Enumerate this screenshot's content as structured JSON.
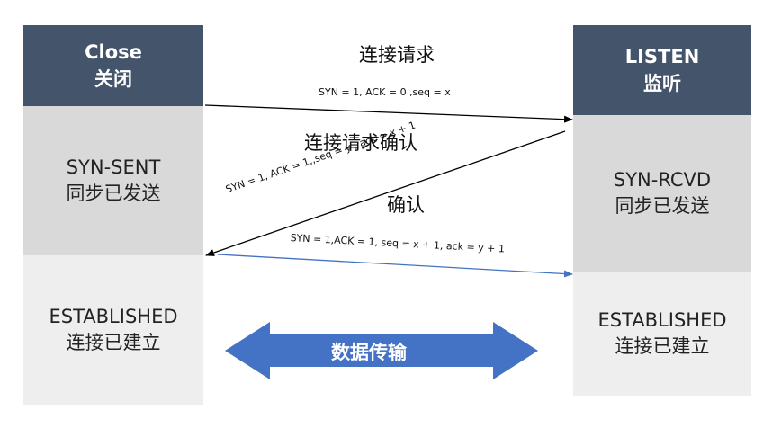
{
  "client": {
    "header_line1": "Close",
    "header_line2": "关闭",
    "state1_line1": "SYN-SENT",
    "state1_line2": "同步已发送",
    "state2_line1": "ESTABLISHED",
    "state2_line2": "连接已建立"
  },
  "server": {
    "header_line1": "LISTEN",
    "header_line2": "监听",
    "state1_line1": "SYN-RCVD",
    "state1_line2": "同步已发送",
    "state2_line1": "ESTABLISHED",
    "state2_line2": "连接已建立"
  },
  "messages": [
    {
      "title": "连接请求",
      "detail": "SYN = 1, ACK = 0 ,seq = x"
    },
    {
      "title": "连接请求确认",
      "detail": "SYN = 1, ACK = 1,,seq = y , ack = x + 1"
    },
    {
      "title": "确认",
      "detail": "SYN = 1,ACK = 1, seq = x + 1, ack = y + 1"
    }
  ],
  "transfer_label": "数据传输",
  "colors": {
    "header": "#44546a",
    "state": "#d9d9d9",
    "state_light": "#eeeeee",
    "arrow_black": "#000000",
    "arrow_blue": "#4472c4",
    "transfer": "#4472c4"
  }
}
